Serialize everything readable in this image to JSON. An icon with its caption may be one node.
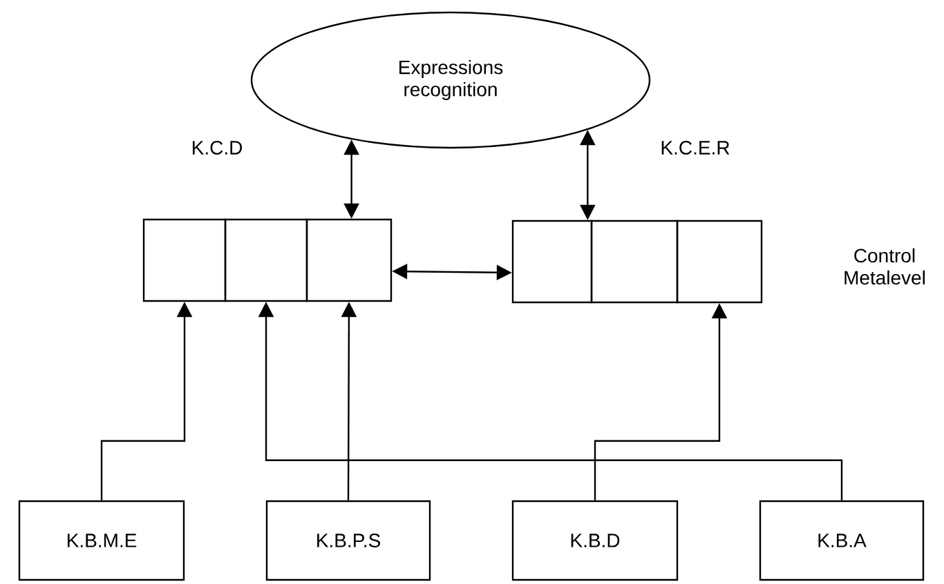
{
  "diagram": {
    "nodes": [
      {
        "text": [
          "Expressions recognition"
        ]
      },
      {
        "text": [],
        "shape": "box"
      },
      {
        "text": [],
        "shape": "box"
      },
      {
        "text": [],
        "shape": "box"
      },
      {
        "text": [],
        "shape": "box"
      },
      {
        "text": [],
        "shape": "box"
      },
      {
        "text": [],
        "shape": "box"
      },
      {
        "text": [
          "K.B.M.E"
        ]
      },
      {
        "text": [
          "K.B.P.S"
        ]
      },
      {
        "text": [
          "K.B.D"
        ]
      },
      {
        "text": [
          "K.B.A"
        ]
      }
    ],
    "edges": [
      {
        "from": 0,
        "to": 3,
        "arrow": "both"
      },
      {
        "from": 0,
        "to": 4,
        "arrow": "both"
      },
      {
        "from": 3,
        "to": 4,
        "arrow": "both"
      },
      {
        "from": 7,
        "to": 1,
        "arrow": "to"
      },
      {
        "from": 8,
        "to": 3,
        "arrow": "to"
      },
      {
        "from": 9,
        "to": 6,
        "arrow": "to"
      },
      {
        "from": 10,
        "to": 2,
        "arrow": "to"
      }
    ],
    "labels": [
      "K.C.D",
      "K.C.E.R",
      "Control Metalevel"
    ]
  }
}
